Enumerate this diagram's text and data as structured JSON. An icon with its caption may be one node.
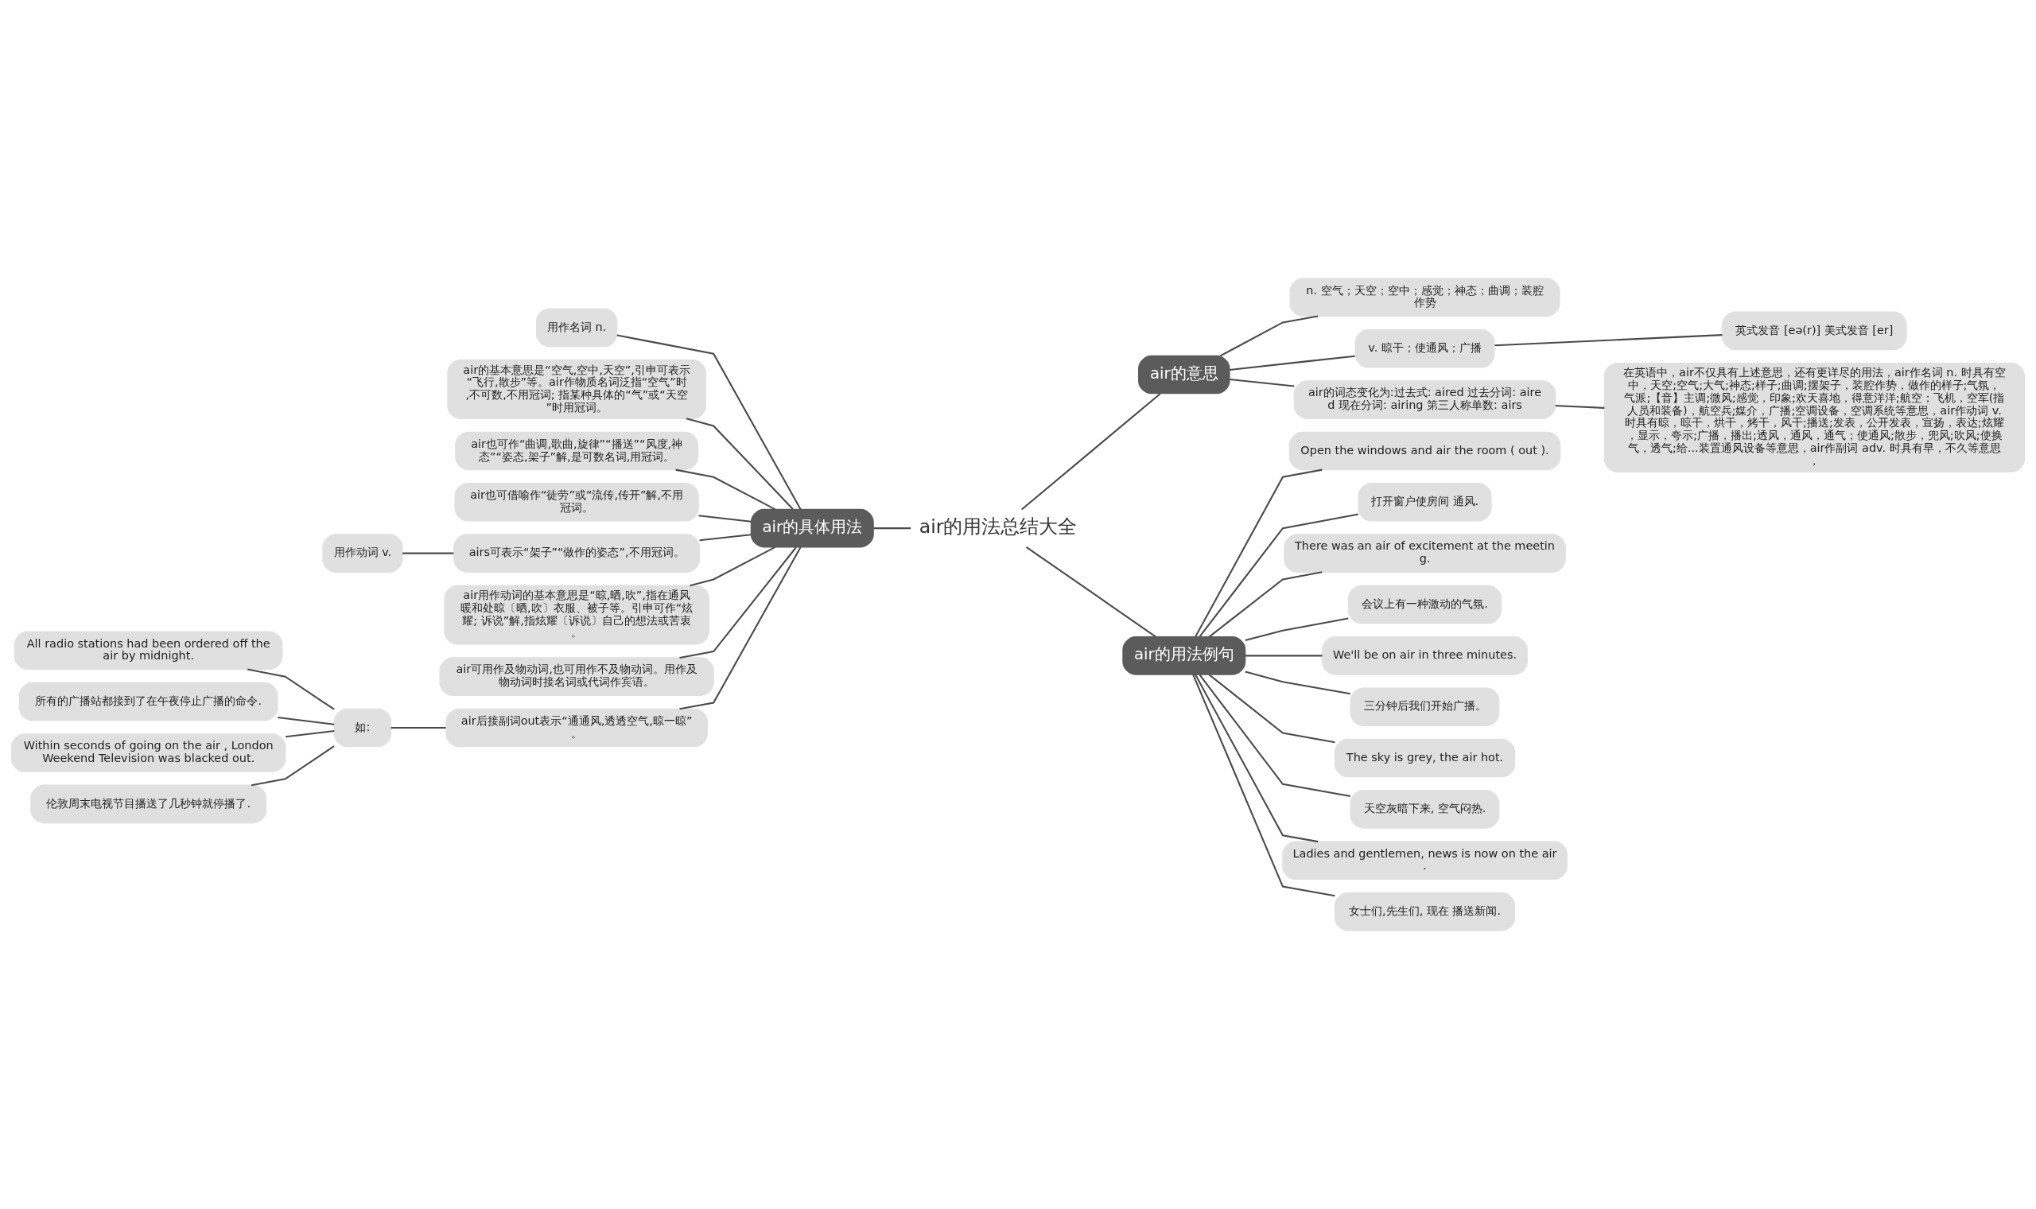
{
  "diagram": {
    "nodes": [
      {
        "text": [
          "air的用法总结大全"
        ]
      },
      {
        "text": [
          "air的具体用法"
        ]
      },
      {
        "text": [
          "用作名词 n."
        ]
      },
      {
        "text": [
          "air的基本意思是“空气,空中,天空”,引申可表示“飞行,散步”等。air作物质名词泛指“空气”时,不可数,不用冠词; 指某种具体的“气”或“天空”时用冠词。"
        ]
      },
      {
        "text": [
          "air也可作“曲调,歌曲,旋律”“播送”“风度,神态”“姿态,架子”解,是可数名词,用冠词。"
        ]
      },
      {
        "text": [
          "air也可借喻作“徒劳”或“流传,传开”解,不用冠词。"
        ]
      },
      {
        "text": [
          "airs可表示“架子”“做作的姿态”,不用冠词。"
        ]
      },
      {
        "text": [
          "用作动词 v."
        ]
      },
      {
        "text": [
          "air用作动词的基本意思是“晾,晒,吹”,指在通风暖和处晾〔晒,吹〕衣服、被子等。引申可作“炫耀; 诉说”解,指炫耀〔诉说〕自己的想法或苦衷。"
        ]
      },
      {
        "text": [
          "air可用作及物动词,也可用作不及物动词。用作及物动词时接名词或代词作宾语。"
        ]
      },
      {
        "text": [
          "air后接副词out表示“通通风,透透空气,晾一晾”。"
        ]
      },
      {
        "text": [
          "如:"
        ]
      },
      {
        "text": [
          "All radio stations had been ordered off the air by midnight."
        ]
      },
      {
        "text": [
          "所有的广播站都接到了在午夜停止广播的命令."
        ]
      },
      {
        "text": [
          "Within seconds of going on the air , London Weekend Television was blacked out."
        ]
      },
      {
        "text": [
          "伦敦周末电视节目播送了几秒钟就停播了."
        ]
      },
      {
        "text": [
          "air的意思"
        ]
      },
      {
        "text": [
          "n. 空气；天空；空中；感觉；神态；曲调；装腔作势"
        ]
      },
      {
        "text": [
          "v. 晾干；使通风；广播"
        ]
      },
      {
        "text": [
          "英式发音 [eə(r)] 美式发音 [er]"
        ]
      },
      {
        "text": [
          "air的词态变化为:过去式: aired 过去分词: aired 现在分词: airing 第三人称单数: airs"
        ]
      },
      {
        "text": [
          "在英语中，air不仅具有上述意思，还有更详尽的用法，air作名词 n. 时具有空中，天空;空气;大气;神态;样子;曲调;摆架子，装腔作势，做作的样子;气氛，气派;【音】主调;微风;感觉，印象;欢天喜地，得意洋洋;航空；飞机，空军(指人员和装备)，航空兵;媒介，广播;空调设备，空调系统等意思，air作动词 v. 时具有晾，晾干，烘干，烤干，风干;播送;发表，公开发表，宣扬，表达;炫耀，显示，夸示;广播，播出;透风，通风，通气；使通风;散步，兜风;吹风;使换气，透气;给...装置通风设备等意思，air作副词 adv. 时具有早，不久等意思，"
        ]
      },
      {
        "text": [
          "air的用法例句"
        ]
      },
      {
        "text": [
          "Open the windows and air the room ( out )."
        ]
      },
      {
        "text": [
          "打开窗户使房间 通风."
        ]
      },
      {
        "text": [
          "There was an air of excitement at the meeting."
        ]
      },
      {
        "text": [
          "会议上有一种激动的气氛."
        ]
      },
      {
        "text": [
          "We'll be on air in three minutes."
        ]
      },
      {
        "text": [
          "三分钟后我们开始广播。"
        ]
      },
      {
        "text": [
          "The sky is grey, the air hot."
        ]
      },
      {
        "text": [
          "天空灰暗下来, 空气闷热."
        ]
      },
      {
        "text": [
          "Ladies and gentlemen, news is now on the air."
        ]
      },
      {
        "text": [
          "女士们,先生们, 现在 播送新闻."
        ]
      }
    ],
    "edges": [
      {
        "from": 0,
        "to": 1,
        "arrow": "none"
      },
      {
        "from": 1,
        "to": 2,
        "arrow": "none"
      },
      {
        "from": 1,
        "to": 3,
        "arrow": "none"
      },
      {
        "from": 1,
        "to": 4,
        "arrow": "none"
      },
      {
        "from": 1,
        "to": 5,
        "arrow": "none"
      },
      {
        "from": 1,
        "to": 6,
        "arrow": "none"
      },
      {
        "from": 6,
        "to": 7,
        "arrow": "none"
      },
      {
        "from": 1,
        "to": 8,
        "arrow": "none"
      },
      {
        "from": 1,
        "to": 9,
        "arrow": "none"
      },
      {
        "from": 1,
        "to": 10,
        "arrow": "none"
      },
      {
        "from": 10,
        "to": 11,
        "arrow": "none"
      },
      {
        "from": 11,
        "to": 12,
        "arrow": "none"
      },
      {
        "from": 11,
        "to": 13,
        "arrow": "none"
      },
      {
        "from": 11,
        "to": 14,
        "arrow": "none"
      },
      {
        "from": 11,
        "to": 15,
        "arrow": "none"
      },
      {
        "from": 0,
        "to": 16,
        "arrow": "none"
      },
      {
        "from": 16,
        "to": 17,
        "arrow": "none"
      },
      {
        "from": 16,
        "to": 18,
        "arrow": "none"
      },
      {
        "from": 18,
        "to": 19,
        "arrow": "none"
      },
      {
        "from": 16,
        "to": 20,
        "arrow": "none"
      },
      {
        "from": 20,
        "to": 21,
        "arrow": "none"
      },
      {
        "from": 0,
        "to": 22,
        "arrow": "none"
      },
      {
        "from": 22,
        "to": 23,
        "arrow": "none"
      },
      {
        "from": 22,
        "to": 24,
        "arrow": "none"
      },
      {
        "from": 22,
        "to": 25,
        "arrow": "none"
      },
      {
        "from": 22,
        "to": 26,
        "arrow": "none"
      },
      {
        "from": 22,
        "to": 27,
        "arrow": "none"
      },
      {
        "from": 22,
        "to": 28,
        "arrow": "none"
      },
      {
        "from": 22,
        "to": 29,
        "arrow": "none"
      },
      {
        "from": 22,
        "to": 30,
        "arrow": "none"
      },
      {
        "from": 22,
        "to": 31,
        "arrow": "none"
      },
      {
        "from": 22,
        "to": 32,
        "arrow": "none"
      }
    ]
  }
}
